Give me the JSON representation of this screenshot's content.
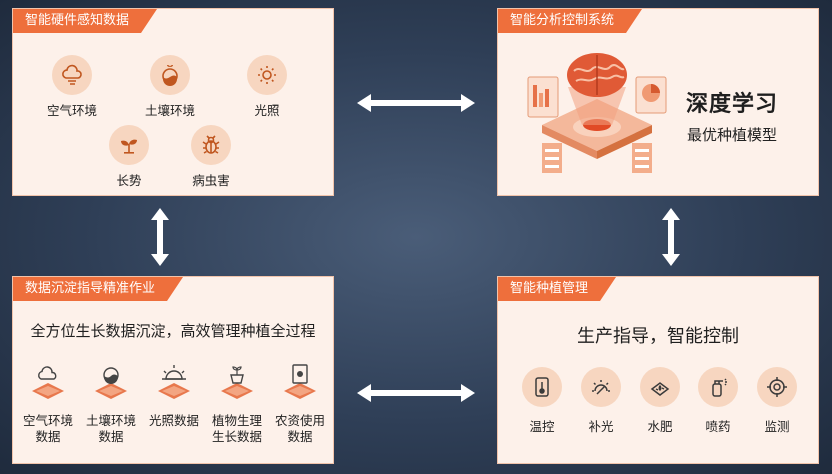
{
  "panels": {
    "sensing": {
      "title": "智能硬件感知数据",
      "items": [
        {
          "label": "空气环境",
          "icon": "cloud-icon"
        },
        {
          "label": "土壤环境",
          "icon": "soil-icon"
        },
        {
          "label": "光照",
          "icon": "sun-icon"
        },
        {
          "label": "长势",
          "icon": "sprout-icon"
        },
        {
          "label": "病虫害",
          "icon": "bug-icon"
        }
      ]
    },
    "analysis": {
      "title": "智能分析控制系统",
      "big": "深度学习",
      "sub": "最优种植模型"
    },
    "deposit": {
      "title": "数据沉淀指导精准作业",
      "headline": "全方位生长数据沉淀，高效管理种植全过程",
      "items": [
        {
          "label1": "空气环境",
          "label2": "数据",
          "icon": "cloud-icon"
        },
        {
          "label1": "土壤环境",
          "label2": "数据",
          "icon": "soil-icon"
        },
        {
          "label1": "光照数据",
          "label2": "",
          "icon": "sun-icon"
        },
        {
          "label1": "植物生理",
          "label2": "生长数据",
          "icon": "plant-pot-icon"
        },
        {
          "label1": "农资使用",
          "label2": "数据",
          "icon": "fertilizer-bag-icon"
        }
      ]
    },
    "management": {
      "title": "智能种植管理",
      "headline": "生产指导，智能控制",
      "items": [
        {
          "label": "温控",
          "icon": "thermometer-icon"
        },
        {
          "label": "补光",
          "icon": "light-icon"
        },
        {
          "label": "水肥",
          "icon": "water-fertilizer-icon"
        },
        {
          "label": "喷药",
          "icon": "sprayer-icon"
        },
        {
          "label": "监测",
          "icon": "target-icon"
        }
      ]
    }
  },
  "colors": {
    "accent": "#ee6f3c",
    "panel_bg": "#fdf1ea",
    "icon_bg": "#f7d6c0",
    "icon_fg": "#c0561f"
  }
}
